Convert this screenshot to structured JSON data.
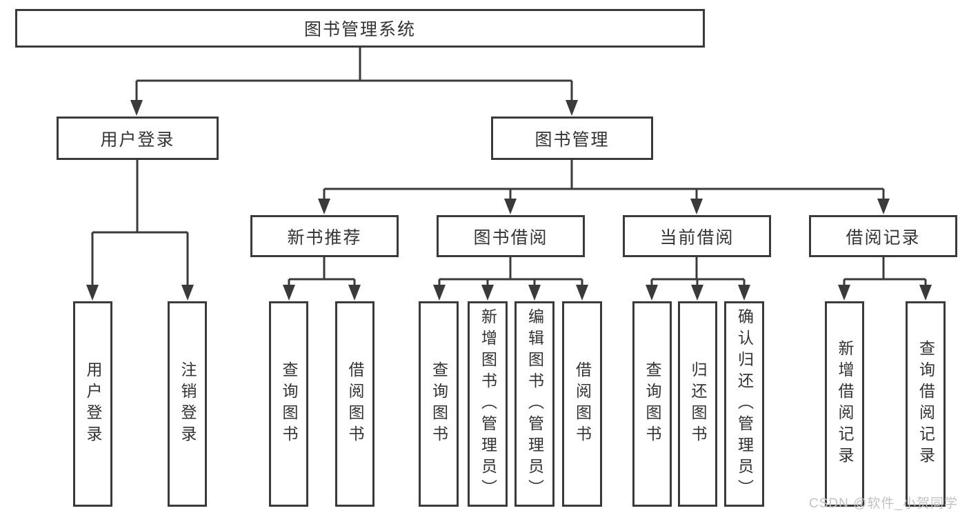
{
  "watermark": "CSDN @软件_小贺同学",
  "colors": {
    "line": "#3a3a3a",
    "box_border": "#3a3a3a",
    "box_background": "#ffffff",
    "text": "#333333",
    "watermark_text": "#c3c3c3"
  },
  "chart_type": "hierarchy-diagram",
  "tree": {
    "root": {
      "label": "图书管理系统"
    },
    "branches": [
      {
        "label": "用户登录",
        "children": [
          {
            "label": "用户登录"
          },
          {
            "label": "注销登录"
          }
        ]
      },
      {
        "label": "图书管理",
        "children": [
          {
            "label": "新书推荐",
            "children": [
              {
                "label": "查询图书"
              },
              {
                "label": "借阅图书"
              }
            ]
          },
          {
            "label": "图书借阅",
            "children": [
              {
                "label": "查询图书"
              },
              {
                "label": "新增图书（管理员）"
              },
              {
                "label": "编辑图书（管理员）"
              },
              {
                "label": "借阅图书"
              }
            ]
          },
          {
            "label": "当前借阅",
            "children": [
              {
                "label": "查询图书"
              },
              {
                "label": "归还图书"
              },
              {
                "label": "确认归还（管理员）"
              }
            ]
          },
          {
            "label": "借阅记录",
            "children": [
              {
                "label": "新增借阅记录"
              },
              {
                "label": "查询借阅记录"
              }
            ]
          }
        ]
      }
    ]
  }
}
